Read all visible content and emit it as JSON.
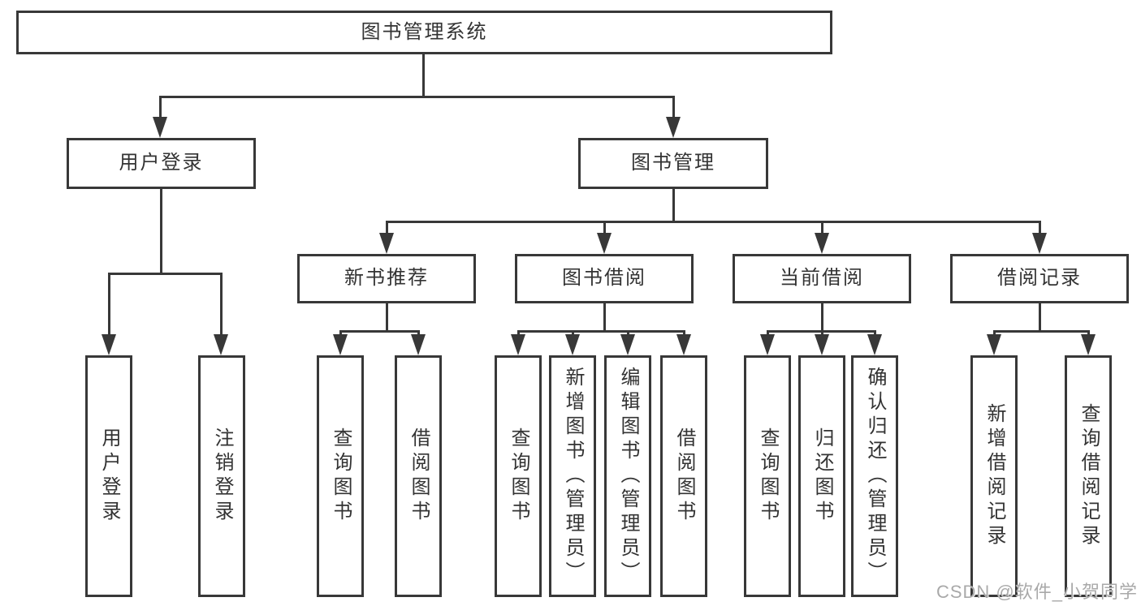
{
  "diagram": {
    "root": {
      "label": "图书管理系统"
    },
    "branches": [
      {
        "label": "用户登录",
        "children": [
          {
            "label": "用户登录"
          },
          {
            "label": "注销登录"
          }
        ]
      },
      {
        "label": "图书管理",
        "children": [
          {
            "label": "新书推荐",
            "children": [
              {
                "label": "查询图书"
              },
              {
                "label": "借阅图书"
              }
            ]
          },
          {
            "label": "图书借阅",
            "children": [
              {
                "label": "查询图书"
              },
              {
                "label": "新增图书（管理员）"
              },
              {
                "label": "编辑图书（管理员）"
              },
              {
                "label": "借阅图书"
              }
            ]
          },
          {
            "label": "当前借阅",
            "children": [
              {
                "label": "查询图书"
              },
              {
                "label": "归还图书"
              },
              {
                "label": "确认归还（管理员）"
              }
            ]
          },
          {
            "label": "借阅记录",
            "children": [
              {
                "label": "新增借阅记录"
              },
              {
                "label": "查询借阅记录"
              }
            ]
          }
        ]
      }
    ],
    "watermark": "CSDN @软件_小贺同学",
    "colors": {
      "line": "#383838",
      "text": "#333333",
      "watermark": "#a9a9a9",
      "background": "#ffffff"
    }
  }
}
